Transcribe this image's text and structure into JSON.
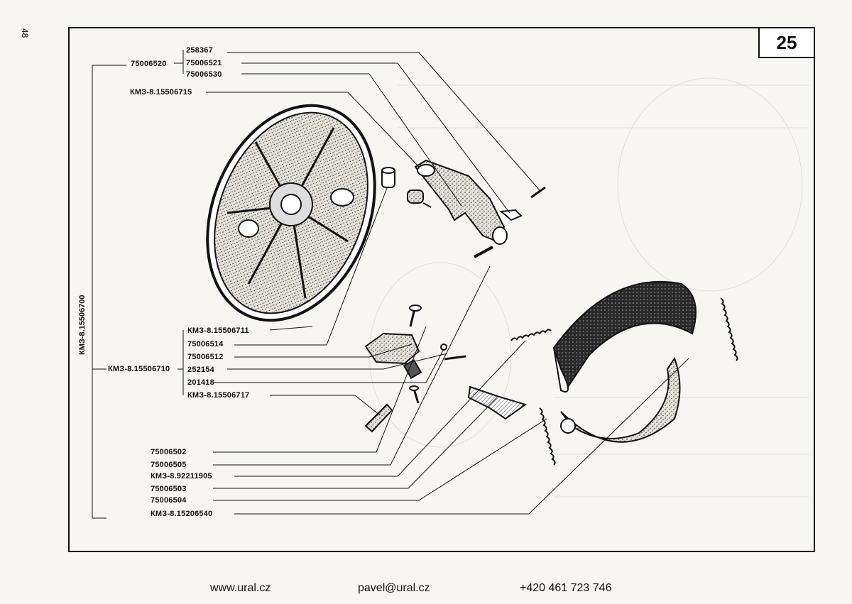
{
  "page_number": "48",
  "plate_number": "25",
  "labels": {
    "top_group_parent": "75006520",
    "top_group": [
      "258367",
      "75006521",
      "75006530"
    ],
    "l_6715": "КМЗ-8.15506715",
    "mid_group": [
      "КМЗ-8.15506711",
      "75006514",
      "75006512",
      "252154",
      "201418",
      "КМЗ-8.15506717"
    ],
    "mid_group_parent": "КМЗ-8.15506710",
    "vertical_parent": "КМЗ-8.15506700",
    "bottom_group": [
      "75006502",
      "75006505",
      "КМЗ-8.92211905",
      "75006503",
      "75006504",
      "КМЗ-8.15206540"
    ]
  },
  "footer": {
    "web": "www.ural.cz",
    "email": "pavel@ural.cz",
    "phone": "+420 461 723 746"
  }
}
